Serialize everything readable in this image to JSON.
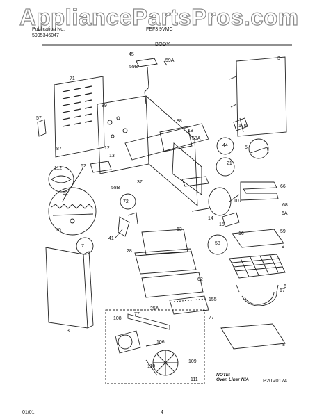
{
  "watermark": "AppliancePartsPros.com",
  "header": {
    "publication_label": "Publication No.",
    "publication_no": "5995346047",
    "model": "FEF3 9VMC",
    "section": "BODY"
  },
  "footer": {
    "date": "01/01",
    "page": "4",
    "note_line1": "NOTE:",
    "note_line2": "Oven Liner N/A",
    "figure_code": "P20V0174"
  },
  "callouts": [
    "45",
    "59B",
    "59A",
    "3",
    "71",
    "89",
    "57",
    "87",
    "88",
    "18",
    "58A",
    "170",
    "44",
    "5",
    "12",
    "13",
    "112",
    "62",
    "21",
    "37",
    "58B",
    "66",
    "72",
    "107",
    "68",
    "6A",
    "62",
    "14",
    "15",
    "16",
    "10",
    "63",
    "41",
    "7",
    "28",
    "58",
    "59",
    "9",
    "62",
    "155",
    "6",
    "67",
    "25A",
    "77",
    "77",
    "3",
    "108",
    "8",
    "106",
    "110",
    "109",
    "111"
  ]
}
